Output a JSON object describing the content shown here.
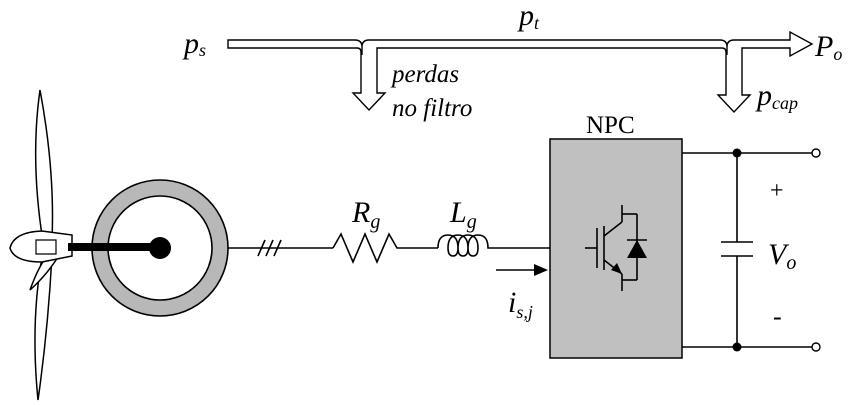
{
  "power_flow": {
    "source": "p",
    "source_sub": "s",
    "through": "p",
    "through_sub": "t",
    "output": "P",
    "output_sub": "o",
    "capacitor": "p",
    "capacitor_sub": "cap",
    "filter_loss_line1": "perdas",
    "filter_loss_line2": "no filtro"
  },
  "circuit": {
    "resistor": "R",
    "resistor_sub": "g",
    "inductor": "L",
    "inductor_sub": "g",
    "current": "i",
    "current_sub": "s,j",
    "converter": "NPC",
    "voltage": "V",
    "voltage_sub": "o",
    "plus": "+",
    "minus": "-"
  },
  "colors": {
    "converter_fill": "#c0c0c0",
    "generator_ring": "#b8b8b8",
    "line": "#000000"
  },
  "icons": [
    "wind-turbine-icon",
    "generator-icon",
    "igbt-icon",
    "diode-icon",
    "capacitor-icon"
  ]
}
